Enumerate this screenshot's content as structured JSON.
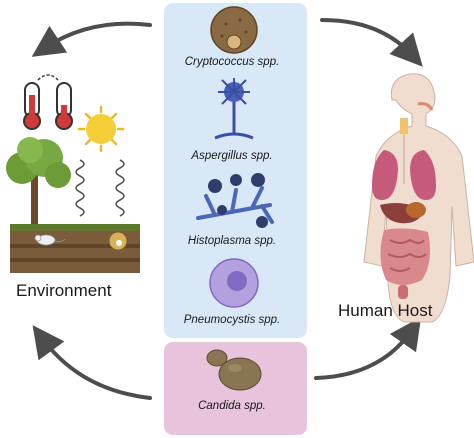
{
  "organisms": [
    {
      "name": "Cryptococcus spp.",
      "icon": "cryptococcus-cell-icon"
    },
    {
      "name": "Aspergillus spp.",
      "icon": "aspergillus-conidiophore-icon"
    },
    {
      "name": "Histoplasma spp.",
      "icon": "histoplasma-hyphae-icon"
    },
    {
      "name": "Pneumocystis spp.",
      "icon": "pneumocystis-cell-icon"
    },
    {
      "name": "Candida spp.",
      "icon": "candida-yeast-icon"
    }
  ],
  "environment_label": "Environment",
  "host_label": "Human Host",
  "colors": {
    "blue_panel": "#d9e8f7",
    "pink_panel": "#e7c3dc",
    "arrow": "#4d4d4d"
  },
  "icons": [
    "thermometer-icon",
    "sun-icon",
    "tree-icon",
    "spring-icon",
    "soil-icon",
    "mouse-icon",
    "human-body-icon",
    "cycle-arrow-icon"
  ]
}
